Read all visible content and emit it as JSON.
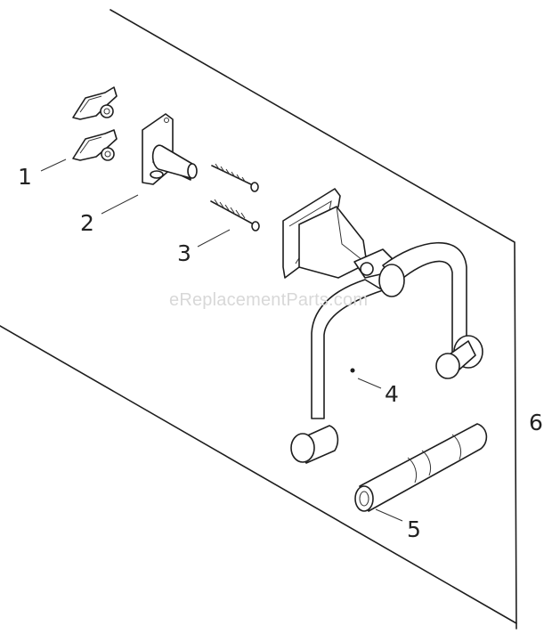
{
  "watermark": "eReplacementParts.com",
  "callouts": [
    {
      "id": "1",
      "label": "1"
    },
    {
      "id": "2",
      "label": "2"
    },
    {
      "id": "3",
      "label": "3"
    },
    {
      "id": "4",
      "label": "4"
    },
    {
      "id": "5",
      "label": "5"
    },
    {
      "id": "6",
      "label": "6"
    }
  ],
  "parts": [
    {
      "number": "1",
      "icon": "mounting-clip-icon"
    },
    {
      "number": "2",
      "icon": "mounting-bracket-icon"
    },
    {
      "number": "3",
      "icon": "screw-icon"
    },
    {
      "number": "4",
      "icon": "paper-holder-arm-icon"
    },
    {
      "number": "5",
      "icon": "roller-spindle-icon"
    },
    {
      "number": "6",
      "icon": "wall-panel-icon"
    }
  ],
  "colors": {
    "line": "#1e1e1e",
    "watermark": "#d8d8d8",
    "background": "#ffffff"
  }
}
